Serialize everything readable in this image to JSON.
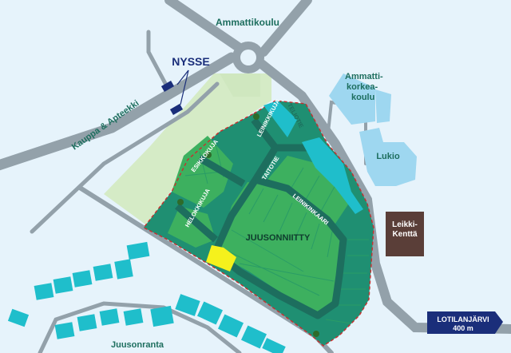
{
  "map": {
    "labels": {
      "ammattikoulu": "Ammattikoulu",
      "nysse": "NYSSE",
      "ammattikorkeakoulu_1": "Ammatti-",
      "ammattikorkeakoulu_2": "korkea-",
      "ammattikorkeakoulu_3": "koulu",
      "kauppa": "Kauppa & Apteekki",
      "lukio": "Lukio",
      "leikkikentta_1": "Leikki-",
      "leikkikentta_2": "Kenttä",
      "juusonniitty": "JUUSONNIITTY",
      "juusonranta": "Juusonranta",
      "lotilanjarvi_1": "LOTILANJÄRVI",
      "lotilanjarvi_2": "400 m"
    },
    "streets": {
      "leinikkikuja": "LEINIKKIKUJA",
      "teliotie": "TELIOTIE",
      "esikkokuja": "ESIKKOKUJA",
      "taitotie": "TAITOTIE",
      "helokkikuja": "HELOKKIKUJA",
      "leinikinkaari": "LEINIKINKAARI"
    },
    "colors": {
      "background": "#e6f3fb",
      "road": "#93a1aa",
      "building": "#1fbecb",
      "park": "#d5ebc6",
      "lot_dark": "#1f8f72",
      "lot_light": "#3db05f",
      "highlight_lot": "#f5f11c",
      "boundary": "#c92e2e",
      "playground": "#5a3e38",
      "direction_sign": "#1a2e7a"
    }
  }
}
